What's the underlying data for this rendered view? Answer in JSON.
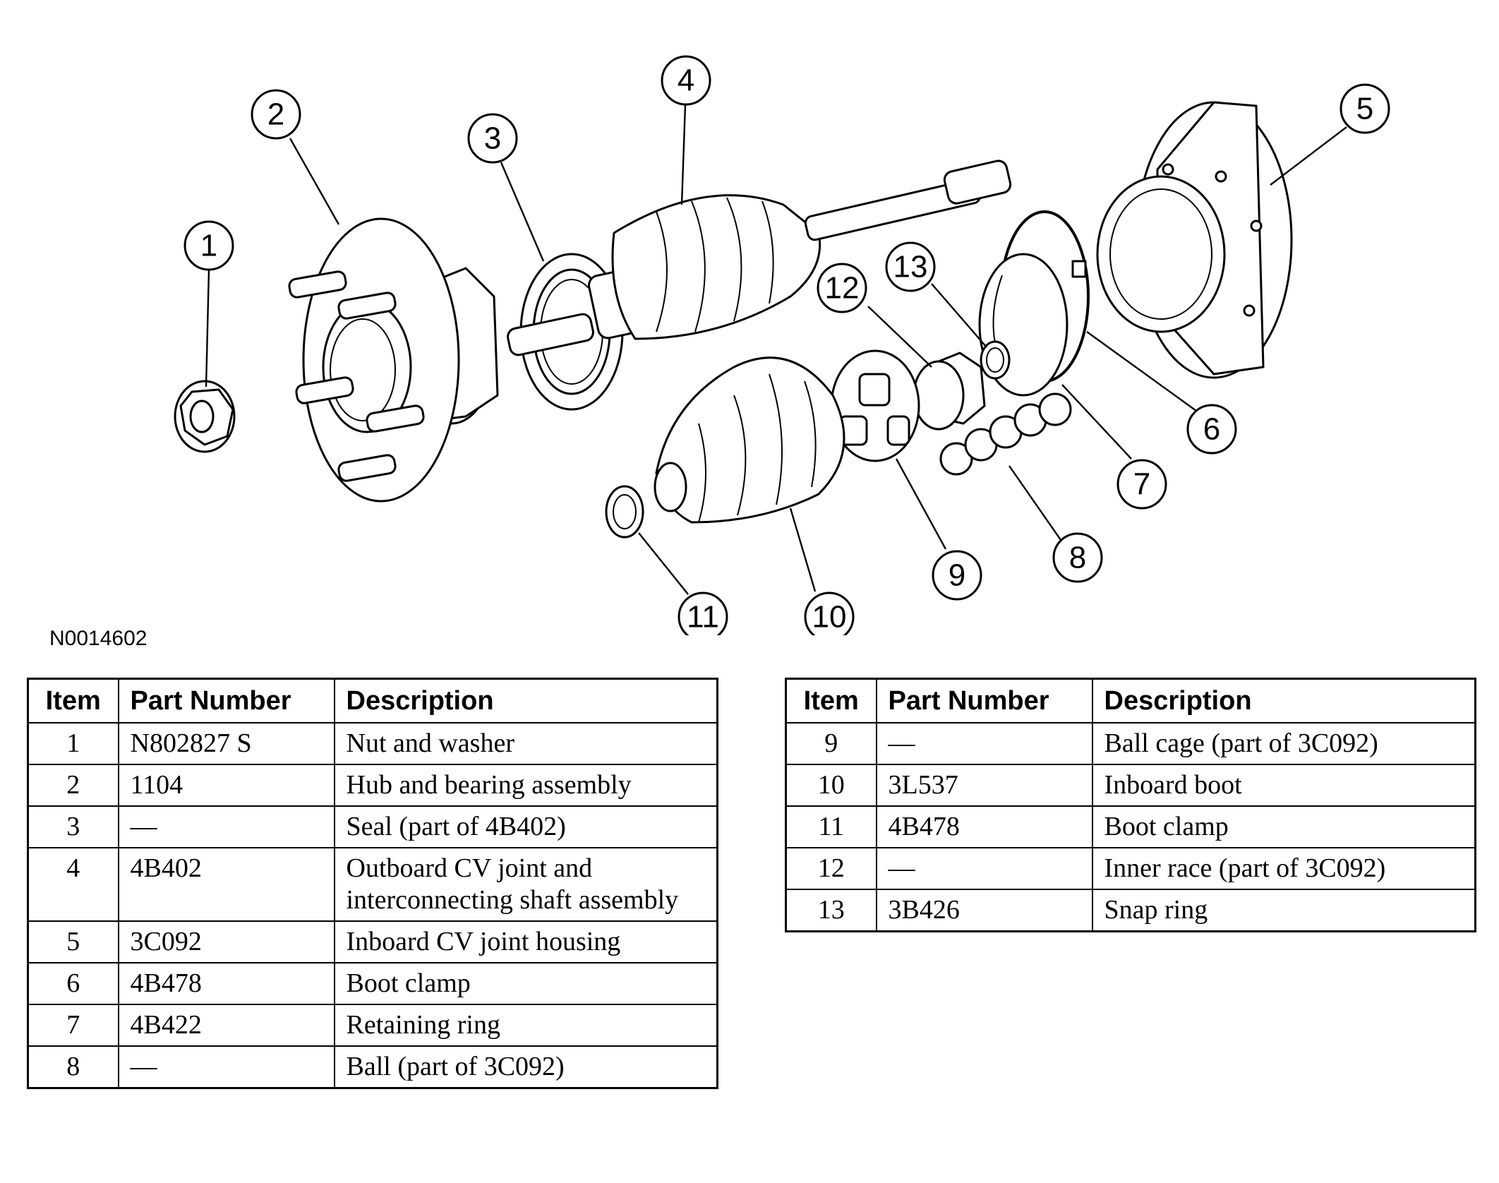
{
  "figure_code": "N0014602",
  "callouts": [
    "1",
    "2",
    "3",
    "4",
    "5",
    "6",
    "7",
    "8",
    "9",
    "10",
    "11",
    "12",
    "13"
  ],
  "table_headers": {
    "item": "Item",
    "part_number": "Part Number",
    "description": "Description"
  },
  "parts_left": [
    {
      "item": "1",
      "part_number": "N802827 S",
      "description": "Nut and washer"
    },
    {
      "item": "2",
      "part_number": "1104",
      "description": "Hub and bearing assembly"
    },
    {
      "item": "3",
      "part_number": "—",
      "description": "Seal (part of 4B402)"
    },
    {
      "item": "4",
      "part_number": "4B402",
      "description": "Outboard CV joint and interconnecting shaft assembly"
    },
    {
      "item": "5",
      "part_number": "3C092",
      "description": "Inboard CV joint housing"
    },
    {
      "item": "6",
      "part_number": "4B478",
      "description": "Boot clamp"
    },
    {
      "item": "7",
      "part_number": "4B422",
      "description": "Retaining ring"
    },
    {
      "item": "8",
      "part_number": "—",
      "description": "Ball (part of 3C092)"
    }
  ],
  "parts_right": [
    {
      "item": "9",
      "part_number": "—",
      "description": "Ball cage (part of 3C092)"
    },
    {
      "item": "10",
      "part_number": "3L537",
      "description": "Inboard boot"
    },
    {
      "item": "11",
      "part_number": "4B478",
      "description": "Boot clamp"
    },
    {
      "item": "12",
      "part_number": "—",
      "description": "Inner race (part of 3C092)"
    },
    {
      "item": "13",
      "part_number": "3B426",
      "description": "Snap ring"
    }
  ]
}
